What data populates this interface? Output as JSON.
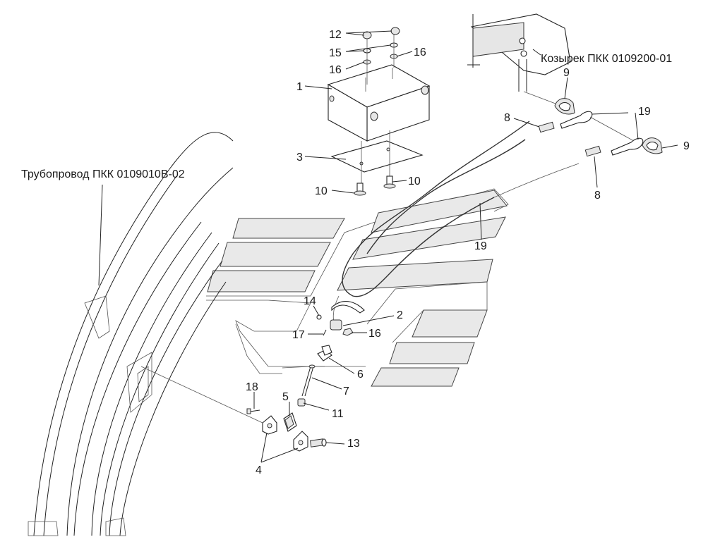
{
  "assembly_labels": {
    "pipeline": "Трубопровод ПКК 0109010В-02",
    "visor": "Козырек ПКК 0109200-01"
  },
  "callouts": {
    "c1": "1",
    "c2": "2",
    "c3": "3",
    "c4": "4",
    "c5": "5",
    "c6": "6",
    "c7": "7",
    "c8a": "8",
    "c8b": "8",
    "c9a": "9",
    "c9b": "9",
    "c10a": "10",
    "c10b": "10",
    "c11": "11",
    "c12": "12",
    "c13": "13",
    "c14": "14",
    "c15": "15",
    "c16a": "16",
    "c16b": "16",
    "c16c": "16",
    "c17": "17",
    "c18": "18",
    "c19a": "19",
    "c19b": "19"
  }
}
